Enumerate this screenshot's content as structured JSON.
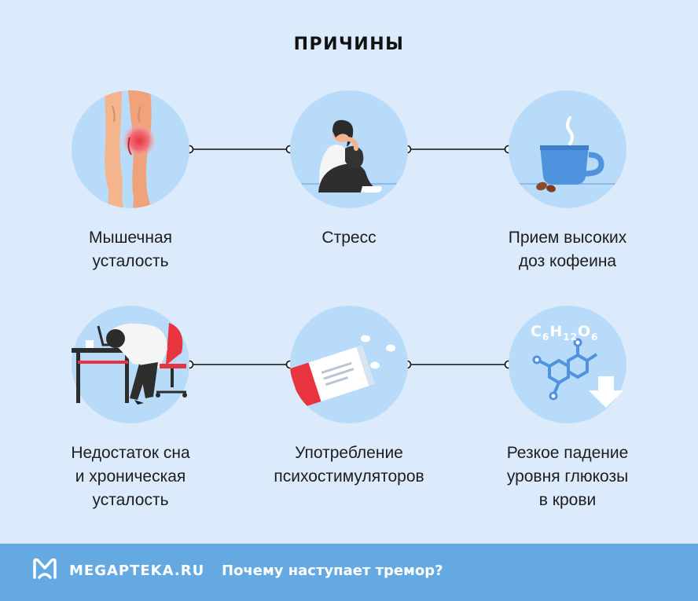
{
  "title": "ПРИЧИНЫ",
  "causes": [
    {
      "id": "muscle-fatigue",
      "lines": [
        "Мышечная",
        "усталость"
      ],
      "icon": "legs-pain-icon"
    },
    {
      "id": "stress",
      "lines": [
        "Стресс"
      ],
      "icon": "stressed-person-icon"
    },
    {
      "id": "caffeine",
      "lines": [
        "Прием высоких",
        "доз кофеина"
      ],
      "icon": "coffee-cup-icon"
    },
    {
      "id": "sleep-deprivation",
      "lines": [
        "Недостаток сна",
        "и хроническая",
        "усталость"
      ],
      "icon": "tired-worker-icon"
    },
    {
      "id": "psychostimulants",
      "lines": [
        "Употребление",
        "психостимуляторов"
      ],
      "icon": "pills-box-icon"
    },
    {
      "id": "glucose-drop",
      "lines": [
        "Резкое падение",
        "уровня глюкозы",
        "в крови"
      ],
      "icon": "glucose-molecule-icon"
    }
  ],
  "glucose_formula": {
    "c": "C",
    "c_sub": "6",
    "h": "H",
    "h_sub": "12",
    "o": "O",
    "o_sub": "6"
  },
  "colors": {
    "background": "#dcebfb",
    "circle": "#b9dbfa",
    "accent_blue": "#4f93de",
    "accent_red": "#e8343e",
    "footer": "#65a9e3"
  },
  "footer": {
    "logo_text": "MEGAPTEKA.RU",
    "article_title": "Почему наступает тремор?"
  }
}
